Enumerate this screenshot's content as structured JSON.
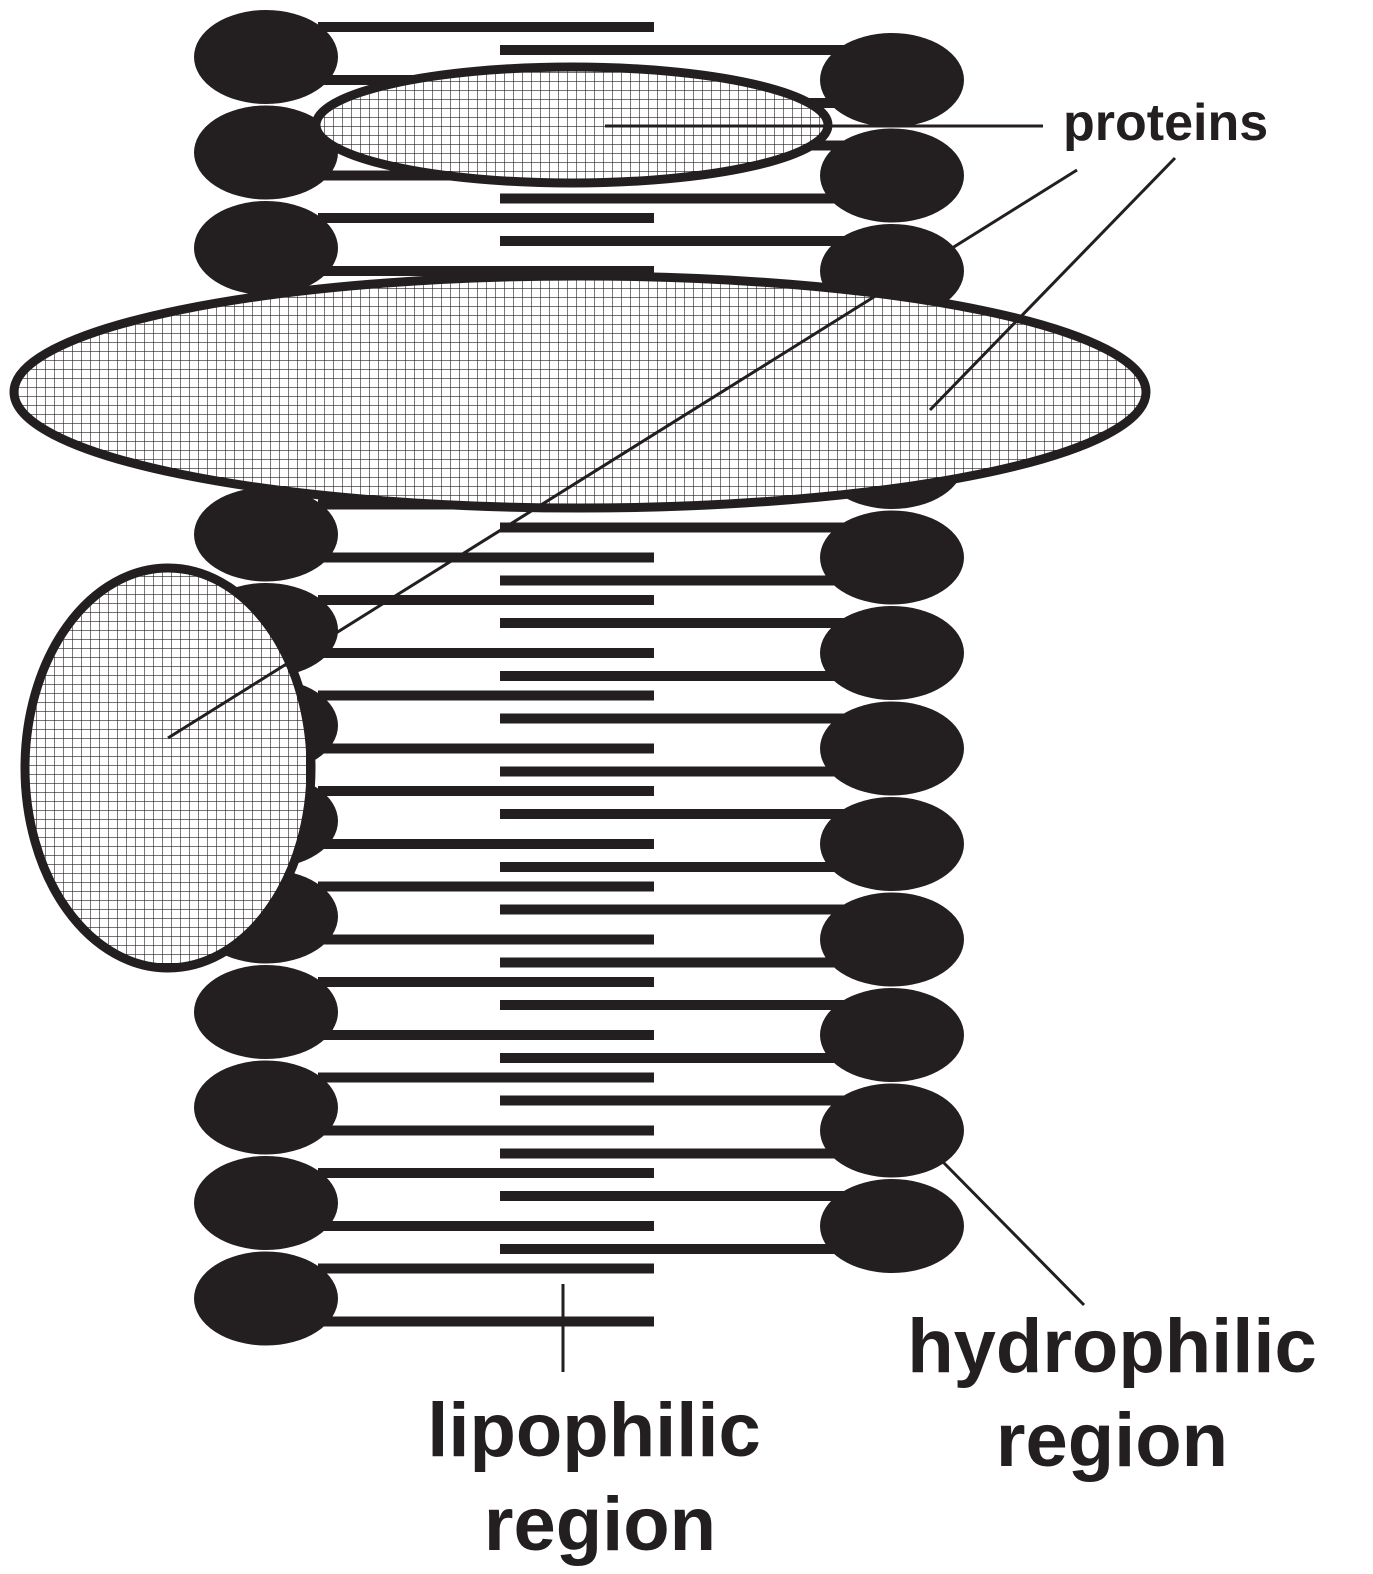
{
  "labels": {
    "proteins": "proteins",
    "lipophilic_line1": "lipophilic",
    "lipophilic_line2": "region",
    "hydrophilic_line1": "hydrophilic",
    "hydrophilic_line2": "region"
  },
  "colors": {
    "ink": "#231f20",
    "background": "#ffffff",
    "protein_fill": "#ffffff"
  }
}
